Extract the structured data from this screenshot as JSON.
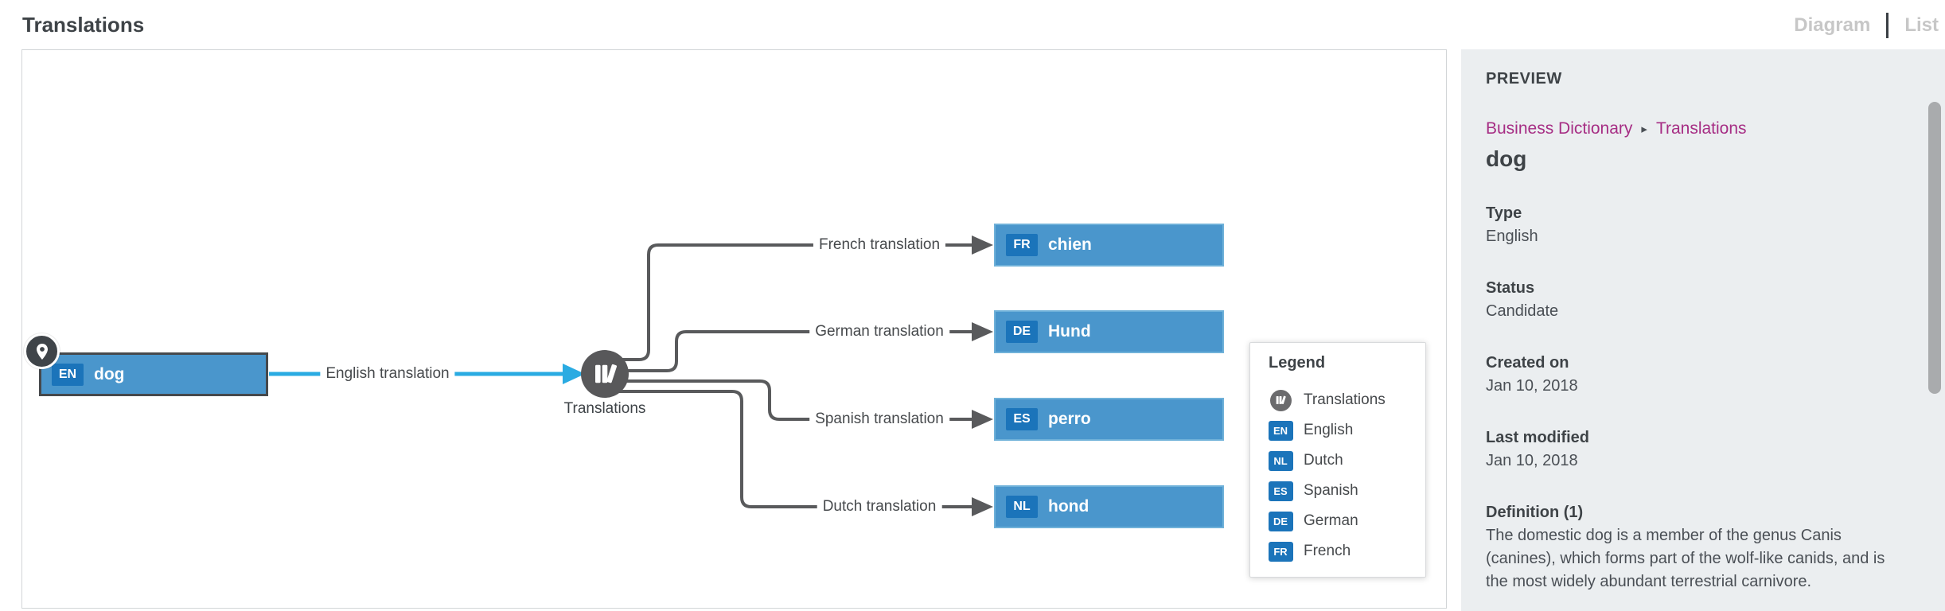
{
  "header": {
    "title": "Translations",
    "tabs": [
      {
        "label": "Diagram",
        "active": true
      },
      {
        "label": "List",
        "active": false
      }
    ]
  },
  "diagram": {
    "source_node": {
      "badge": "EN",
      "label": "dog"
    },
    "source_edge_label": "English translation",
    "hub_label": "Translations",
    "branches": [
      {
        "edge_label": "French translation",
        "badge": "FR",
        "label": "chien"
      },
      {
        "edge_label": "German translation",
        "badge": "DE",
        "label": "Hund"
      },
      {
        "edge_label": "Spanish translation",
        "badge": "ES",
        "label": "perro"
      },
      {
        "edge_label": "Dutch translation",
        "badge": "NL",
        "label": "hond"
      }
    ],
    "legend": {
      "title": "Legend",
      "items": [
        {
          "icon": "translations-icon",
          "label": "Translations"
        },
        {
          "badge": "EN",
          "label": "English"
        },
        {
          "badge": "NL",
          "label": "Dutch"
        },
        {
          "badge": "ES",
          "label": "Spanish"
        },
        {
          "badge": "DE",
          "label": "German"
        },
        {
          "badge": "FR",
          "label": "French"
        }
      ]
    }
  },
  "preview": {
    "heading": "PREVIEW",
    "breadcrumb": [
      "Business Dictionary",
      "Translations"
    ],
    "breadcrumb_separator": "▸",
    "title": "dog",
    "fields": [
      {
        "label": "Type",
        "value": "English"
      },
      {
        "label": "Status",
        "value": "Candidate"
      },
      {
        "label": "Created on",
        "value": "Jan 10, 2018"
      },
      {
        "label": "Last modified",
        "value": "Jan 10, 2018"
      },
      {
        "label": "Definition (1)",
        "value": "The domestic dog is a member of the genus Canis (canines), which forms part of the wolf-like canids, and is the most widely abundant terrestrial carnivore."
      }
    ]
  },
  "colors": {
    "node-blue": "#4a96cc",
    "node-border-light": "#6fb1d9",
    "node-border-dark": "#46494c",
    "badge-blue": "#1b74ba",
    "edge-blue": "#2aabe2",
    "edge-gray": "#595a5c",
    "text-dark": "#3e4347",
    "text-gray": "#4a4f55",
    "muted-tab": "#c7c7c7",
    "breadcrumb-magenta": "#a62d84",
    "sidebar-bg": "#ebeef0",
    "hub-gray": "#58585a",
    "scrollbar": "#a9abad",
    "canvas-border": "#d2d5d7",
    "legend-border": "#d8dadc"
  }
}
